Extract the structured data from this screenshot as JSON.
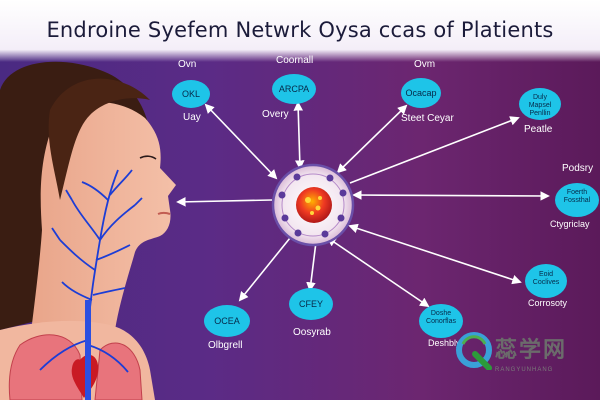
{
  "title": "Endroine Syefem Netwrk Oysa ccas of Platients",
  "colors": {
    "node_fill": "#1ec4e8",
    "arrow": "#ffffff",
    "center": "#e23a2a"
  },
  "nodes": [
    {
      "id": "ovl",
      "top_label": "Ovn",
      "inner": "OKL",
      "bottom_label": "Uay"
    },
    {
      "id": "arcpa",
      "top_label": "Coornall",
      "inner": "ARCPA",
      "bottom_label": "Overy"
    },
    {
      "id": "ocacap",
      "top_label": "Ovm",
      "inner": "Ocacap",
      "bottom_label": "Steet Ceyar"
    },
    {
      "id": "dyly",
      "top_label": "",
      "inner": "Duly Mapsel Penllin",
      "bottom_label": "Peatle"
    },
    {
      "id": "foerth",
      "top_label": "Podsry",
      "inner": "Foerth Fossthal",
      "bottom_label": "Ctygriclay"
    },
    {
      "id": "eoid",
      "top_label": "",
      "inner": "Eoid Coclives",
      "bottom_label": "Corrosoty"
    },
    {
      "id": "ocea",
      "top_label": "",
      "inner": "OCEA",
      "bottom_label": "Olbgrell"
    },
    {
      "id": "cfey",
      "top_label": "",
      "inner": "CFEY",
      "bottom_label": "Oosyrab"
    },
    {
      "id": "doshe",
      "top_label": "",
      "inner": "Doshe Conorflas",
      "bottom_label": "Deshbly"
    }
  ],
  "watermark": {
    "text": "蕊学网",
    "sub": "RANGYUNHANG"
  }
}
